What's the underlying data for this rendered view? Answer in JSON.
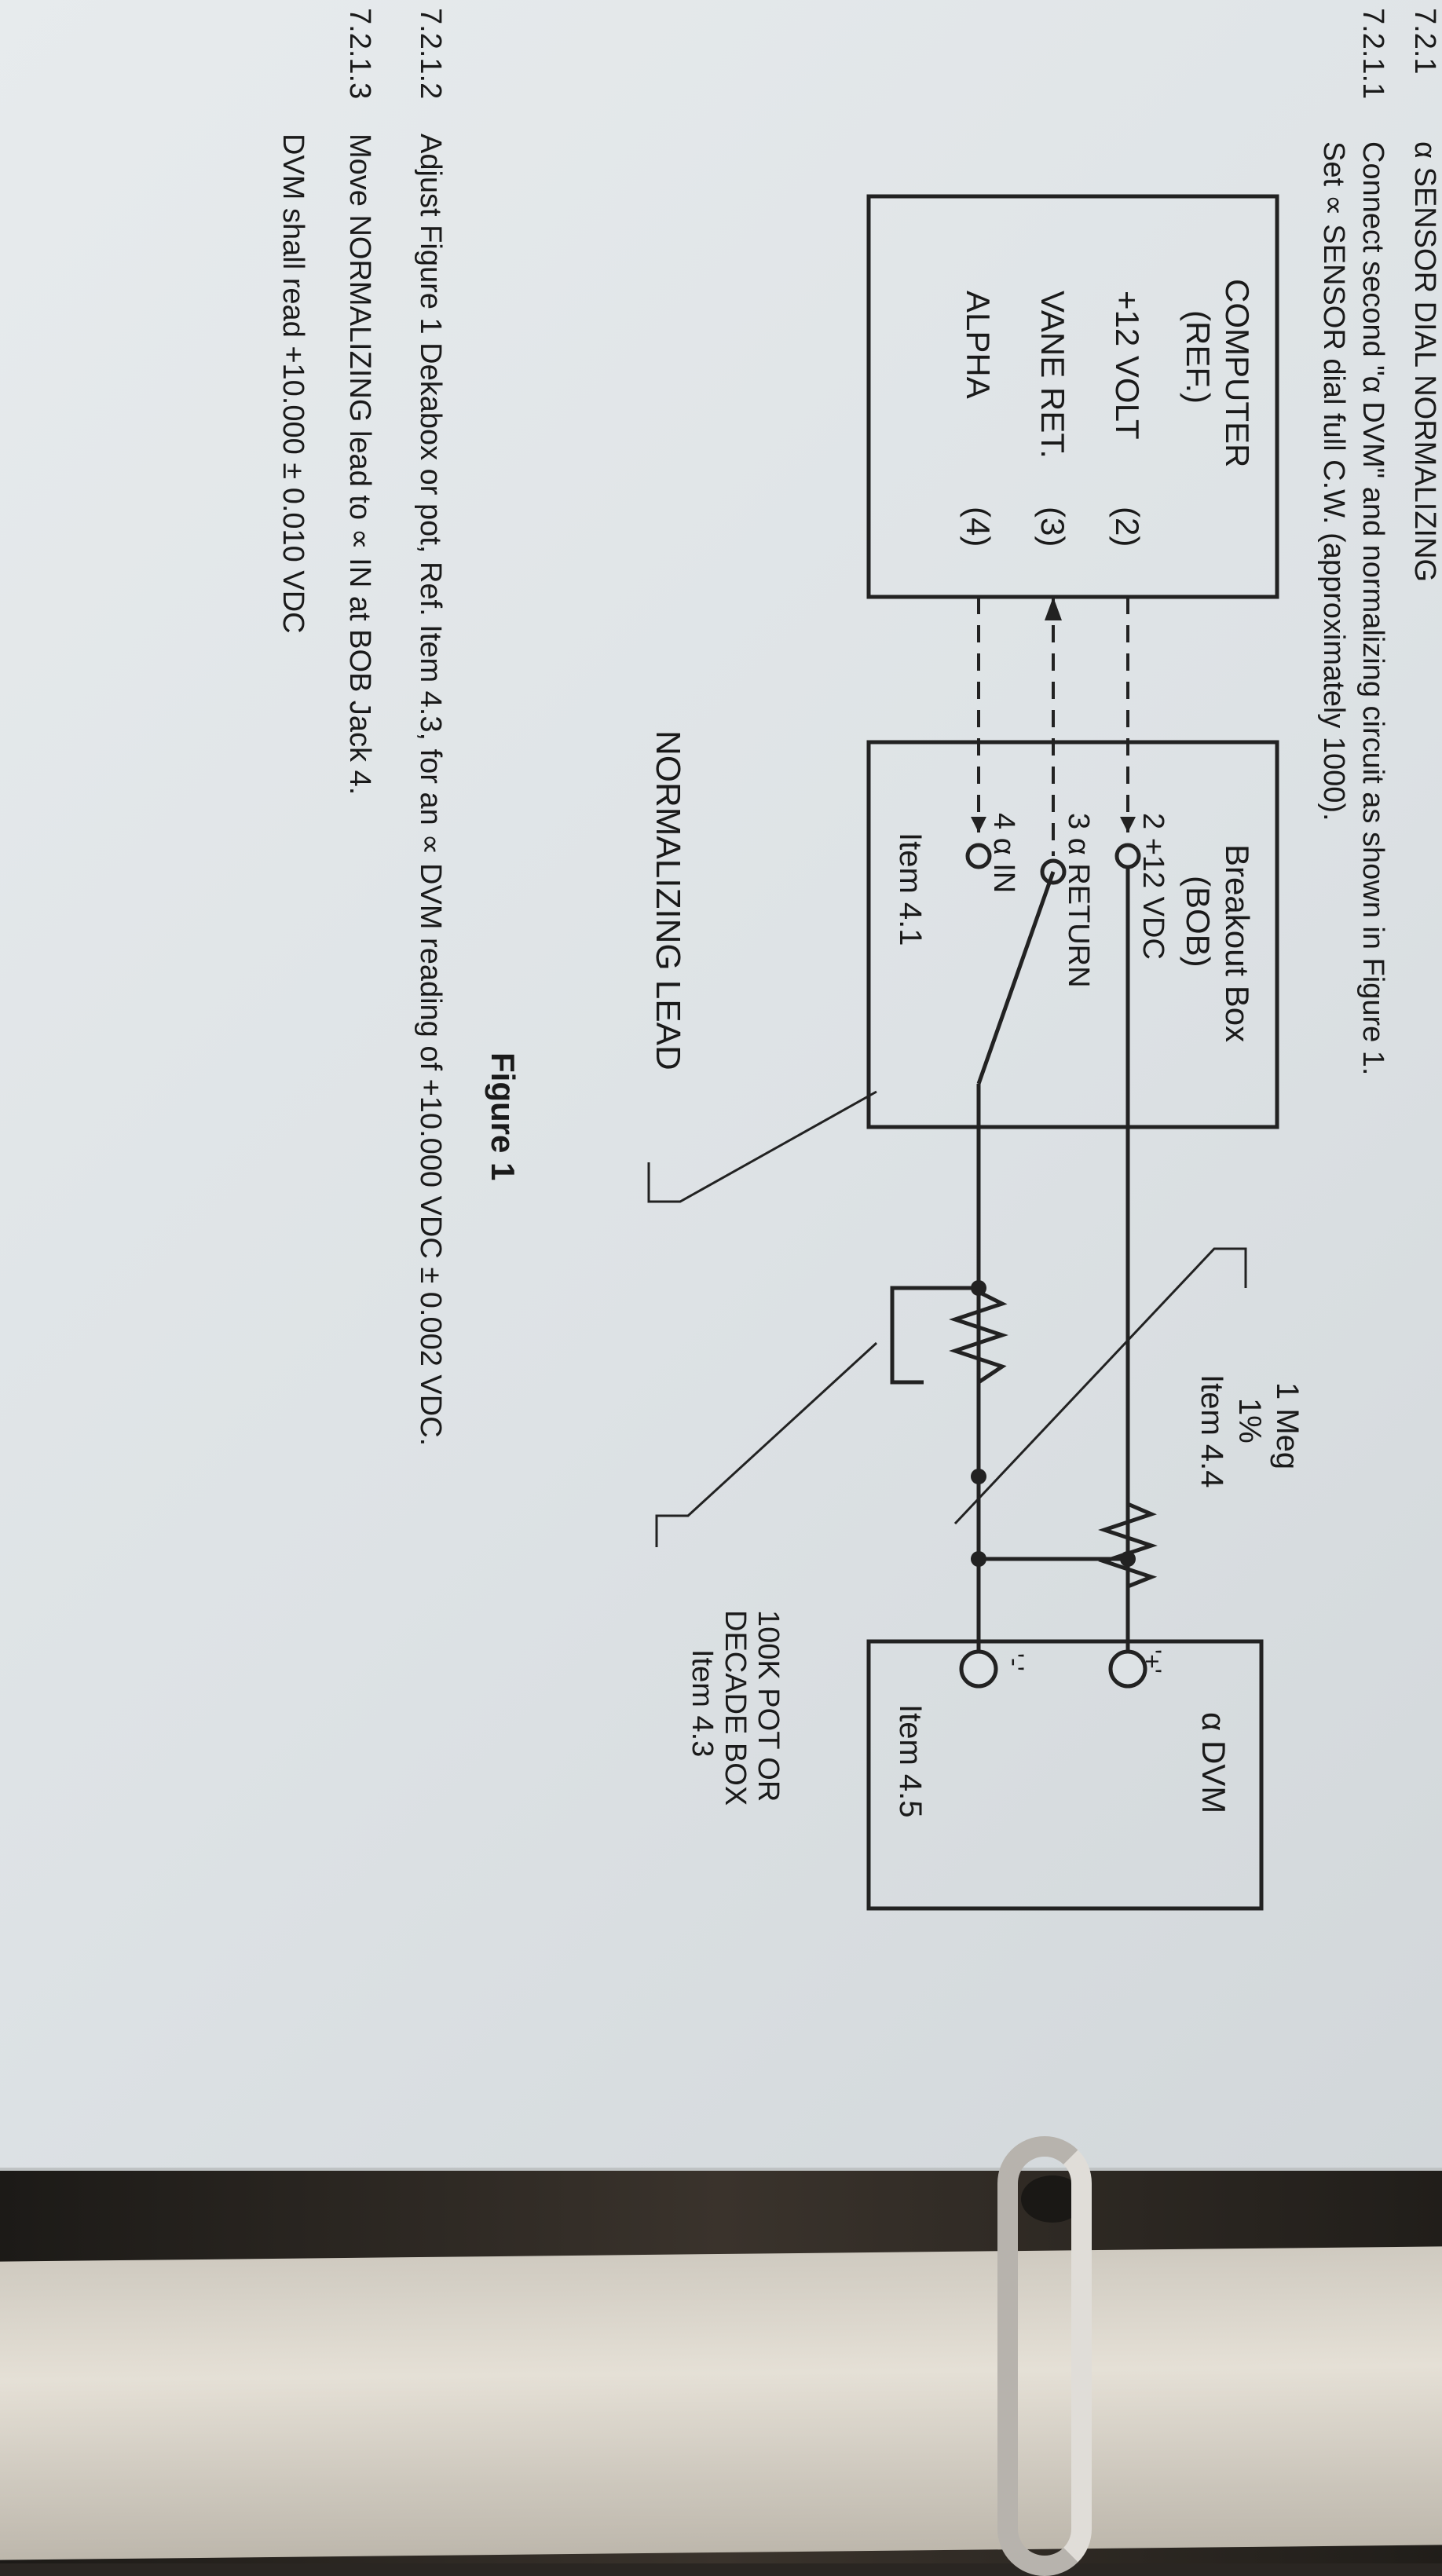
{
  "section": {
    "number": "7.2.1",
    "title": "α SENSOR DIAL NORMALIZING"
  },
  "steps": [
    {
      "number": "7.2.1.1",
      "line1": "Connect second \"α DVM\" and normalizing circuit as shown in Figure 1.",
      "line2": "Set ∝ SENSOR dial full C.W. (approximately 1000)."
    },
    {
      "number": "7.2.1.2",
      "line1": "Adjust Figure 1 Dekabox or pot, Ref. Item 4.3, for an ∝ DVM reading of +10.000 VDC ± 0.002 VDC."
    },
    {
      "number": "7.2.1.3",
      "line1": "Move NORMALIZING lead to ∝ IN at BOB Jack 4."
    }
  ],
  "cut_line": "DVM shall read +10.000 ± 0.010 VDC",
  "figure": {
    "caption": "Figure 1",
    "computer": {
      "title1": "COMPUTER",
      "title2": "(REF.)",
      "pins": [
        {
          "name": "+12 VOLT",
          "num": "(2)"
        },
        {
          "name": "VANE RET.",
          "num": "(3)"
        },
        {
          "name": "ALPHA",
          "num": "(4)"
        }
      ]
    },
    "bob": {
      "title1": "Breakout Box",
      "title2": "(BOB)",
      "jacks": [
        "2  +12 VDC",
        "3  α RETURN",
        "4  α IN"
      ],
      "item": "Item 4.1"
    },
    "resistor": {
      "line1": "1 Meg",
      "line2": "1%",
      "line3": "Item 4.4"
    },
    "dvm": {
      "title": "α DVM",
      "plus": "'+'",
      "minus": "'-'",
      "item": "Item 4.5"
    },
    "pot": {
      "line1": "100K POT OR",
      "line2": "DECADE BOX",
      "line3": "Item 4.3"
    },
    "lead_label": "NORMALIZING LEAD"
  }
}
